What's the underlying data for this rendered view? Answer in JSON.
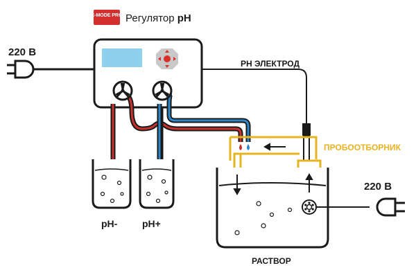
{
  "header": {
    "logo_text": "E-MODE PRO",
    "title_prefix": "Регулятор",
    "title_suffix": "pH"
  },
  "labels": {
    "power_left": "220 В",
    "power_right": "220 В",
    "ph_electrode": "PH ЭЛЕКТРОД",
    "sampler": "ПРОБООТБОРНИК",
    "solution": "РАСТВОР",
    "container_minus": "pH-",
    "container_plus": "pH+"
  },
  "colors": {
    "outline": "#1a1a1a",
    "screen": "#8fd0ef",
    "red_tube": "#c8322f",
    "blue_tube": "#2f86c9",
    "sampler": "#e8b321",
    "keypad_center": "#d9302a",
    "keypad_bg": "#c9c9c9",
    "logo": "#d32f2f"
  },
  "icons": [
    "power-plug-icon",
    "pump-icon",
    "arrow-left-icon",
    "arrow-up-icon",
    "arrow-down-icon",
    "drop-icon",
    "circulation-pump-icon"
  ]
}
